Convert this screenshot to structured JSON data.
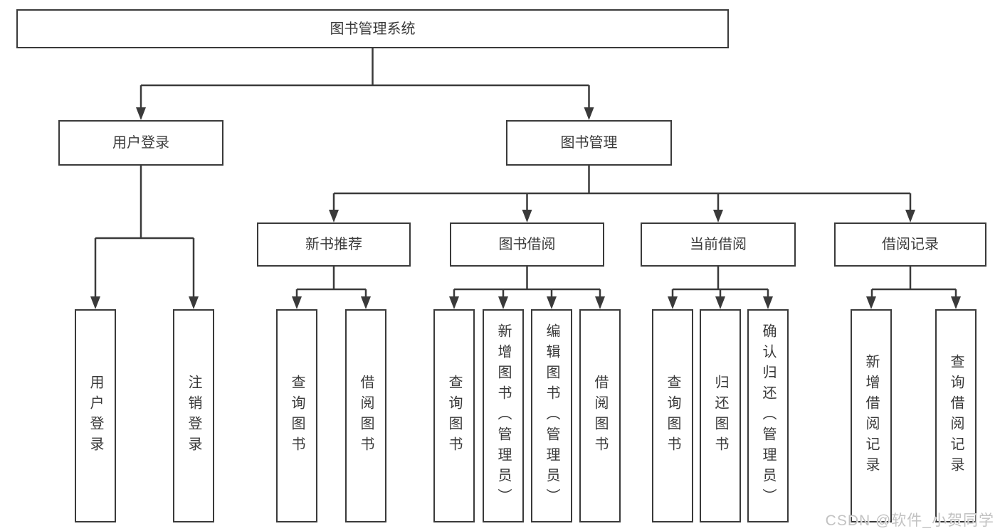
{
  "nodes": {
    "root": "图书管理系统",
    "user": {
      "label": "用户登录",
      "children": [
        "用户登录",
        "注销登录"
      ]
    },
    "book": {
      "label": "图书管理"
    },
    "groups": [
      {
        "label": "新书推荐",
        "children": [
          "查询图书",
          "借阅图书"
        ]
      },
      {
        "label": "图书借阅",
        "children": [
          "查询图书",
          "新增图书（管理员）",
          "编辑图书（管理员）",
          "借阅图书"
        ]
      },
      {
        "label": "当前借阅",
        "children": [
          "查询图书",
          "归还图书",
          "确认归还（管理员）"
        ]
      },
      {
        "label": "借阅记录",
        "children": [
          "新增借阅记录",
          "查询借阅记录"
        ]
      }
    ]
  },
  "watermark": "CSDN @软件_小贺同学",
  "colors": {
    "line": "#3a3a3a",
    "text": "#3a3a3a",
    "watermark": "#c2c2c2",
    "background": "#ffffff"
  }
}
